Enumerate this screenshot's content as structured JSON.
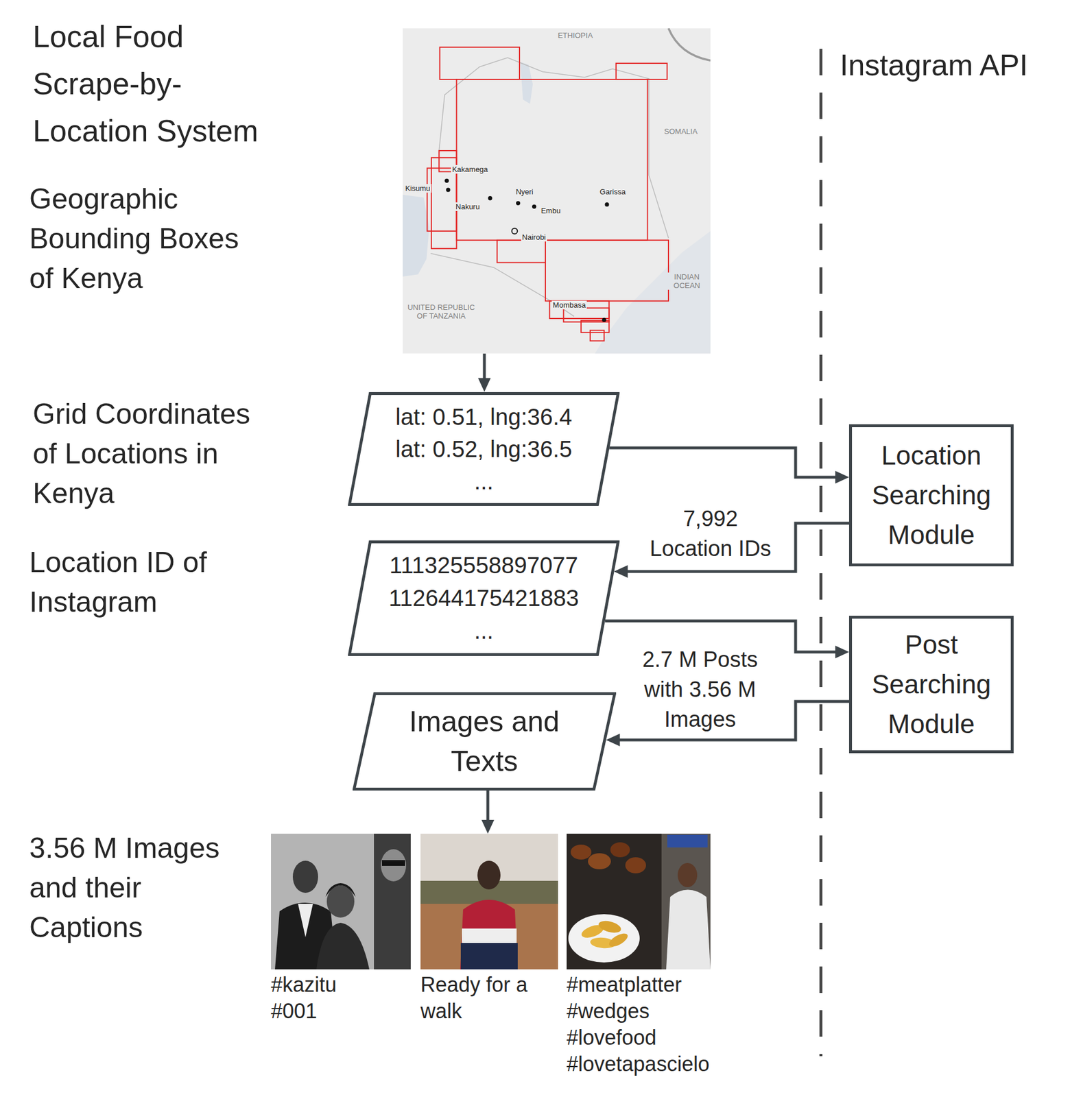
{
  "diagram": {
    "title": "Local Food Scrape-by-Location System",
    "nodes": [
      {
        "text": [
          "ETHIOPIA",
          "SOMALIA",
          "Kakamega",
          "Kisumu",
          "Nyeri",
          "Garissa",
          "Nakuru",
          "Embu",
          "Nairobi",
          "INDIAN OCEAN",
          "UNITED REPUBLIC OF TANZANIA",
          "Mombasa"
        ]
      },
      {
        "text": [
          "lat: 0.51, lng:36.4",
          "lat: 0.52, lng:36.5",
          "..."
        ]
      },
      {
        "text": [
          "Location Searching Module"
        ]
      },
      {
        "text": [
          "111325558897077",
          "112644175421883",
          "..."
        ]
      },
      {
        "text": [
          "Post Searching Module"
        ]
      },
      {
        "text": [
          "Images and Texts"
        ]
      },
      {
        "text": [
          "#kazitu #001"
        ]
      },
      {
        "text": [
          "Ready for a walk"
        ]
      },
      {
        "text": [
          "#meatplatter #wedges #lovefood #lovetapascielo"
        ]
      }
    ],
    "edges": [
      {
        "from": 0,
        "to": 1,
        "arrow": "to"
      },
      {
        "from": 1,
        "to": 2,
        "arrow": "to"
      },
      {
        "from": 2,
        "to": 3,
        "label": "7,992 Location IDs",
        "arrow": "to"
      },
      {
        "from": 3,
        "to": 4,
        "arrow": "to"
      },
      {
        "from": 4,
        "to": 5,
        "label": "2.7 M Posts with 3.56 M Images",
        "arrow": "to"
      },
      {
        "from": 5,
        "to": 7,
        "arrow": "to"
      }
    ],
    "labels": [
      "Instagram API",
      "Geographic Bounding Boxes of Kenya",
      "Grid Coordinates of Locations in Kenya",
      "Location ID of Instagram",
      "3.56 M Images and their Captions"
    ]
  }
}
